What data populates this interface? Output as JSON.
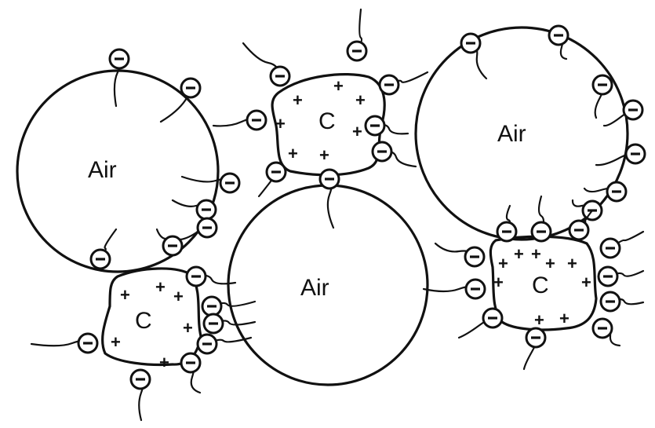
{
  "bubbles": [
    {
      "label": "Air"
    },
    {
      "label": "Air"
    },
    {
      "label": "Air"
    }
  ],
  "particles": [
    {
      "label": "C"
    },
    {
      "label": "C"
    },
    {
      "label": "C"
    }
  ],
  "charges": {
    "positive": "+"
  }
}
